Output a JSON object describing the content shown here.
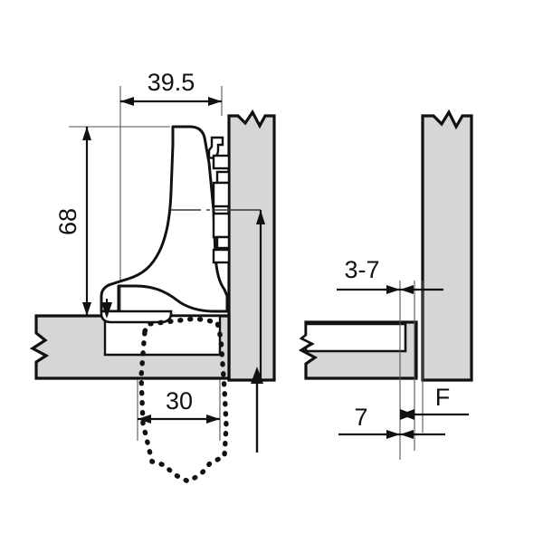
{
  "drawing": {
    "title": "Cabinet hinge installation cross-section",
    "background_color": "#ffffff",
    "line_color": "#111111",
    "panel_fill": "#d6d6d6",
    "hinge_fill": "#ffffff"
  },
  "left_view": {
    "name": "hinge-cross-section-open",
    "dimensions": {
      "overhang_width": "39.5",
      "arm_height": "68",
      "cup_width": "30"
    },
    "parts": {
      "cabinet_side_panel": "cabinet-side-panel",
      "door_panel": "door-panel",
      "hinge_arm": "hinge-arm",
      "mounting_plate": "mounting-plate",
      "hinge_cup_open_outline": "hinge-cup-dotted-outline"
    }
  },
  "right_view": {
    "name": "hinge-gap-detail",
    "dimensions": {
      "reveal_range": "3-7",
      "drill_distance": "7",
      "overlay_symbol": "F"
    },
    "parts": {
      "cabinet_side_panel": "cabinet-side-panel",
      "door_panel": "door-panel"
    }
  }
}
